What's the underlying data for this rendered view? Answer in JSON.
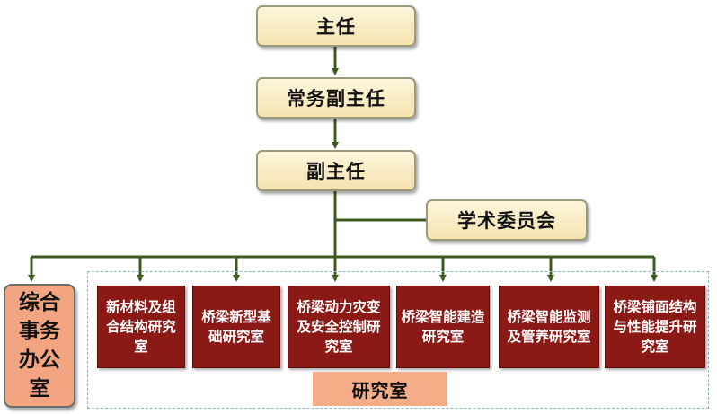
{
  "leadership": {
    "director": "主任",
    "executive_deputy": "常务副主任",
    "deputy": "副主任",
    "committee": "学术委员会"
  },
  "office": "综合事务办公室",
  "labs": [
    "新材料及组合结构研究室",
    "桥梁新型基础研究室",
    "桥梁动力灾变及安全控制研究室",
    "桥梁智能建造研究室",
    "桥梁智能监测及管养研究室",
    "桥梁铺面结构与性能提升研究室"
  ],
  "lab_group_label": "研究室",
  "colors": {
    "connector": "#3d5b20",
    "lead_fill": "#f8ebc4",
    "dept_fill": "#8b1a16",
    "office_fill": "#f3a582",
    "lab_group_border": "#8cb4c4"
  }
}
